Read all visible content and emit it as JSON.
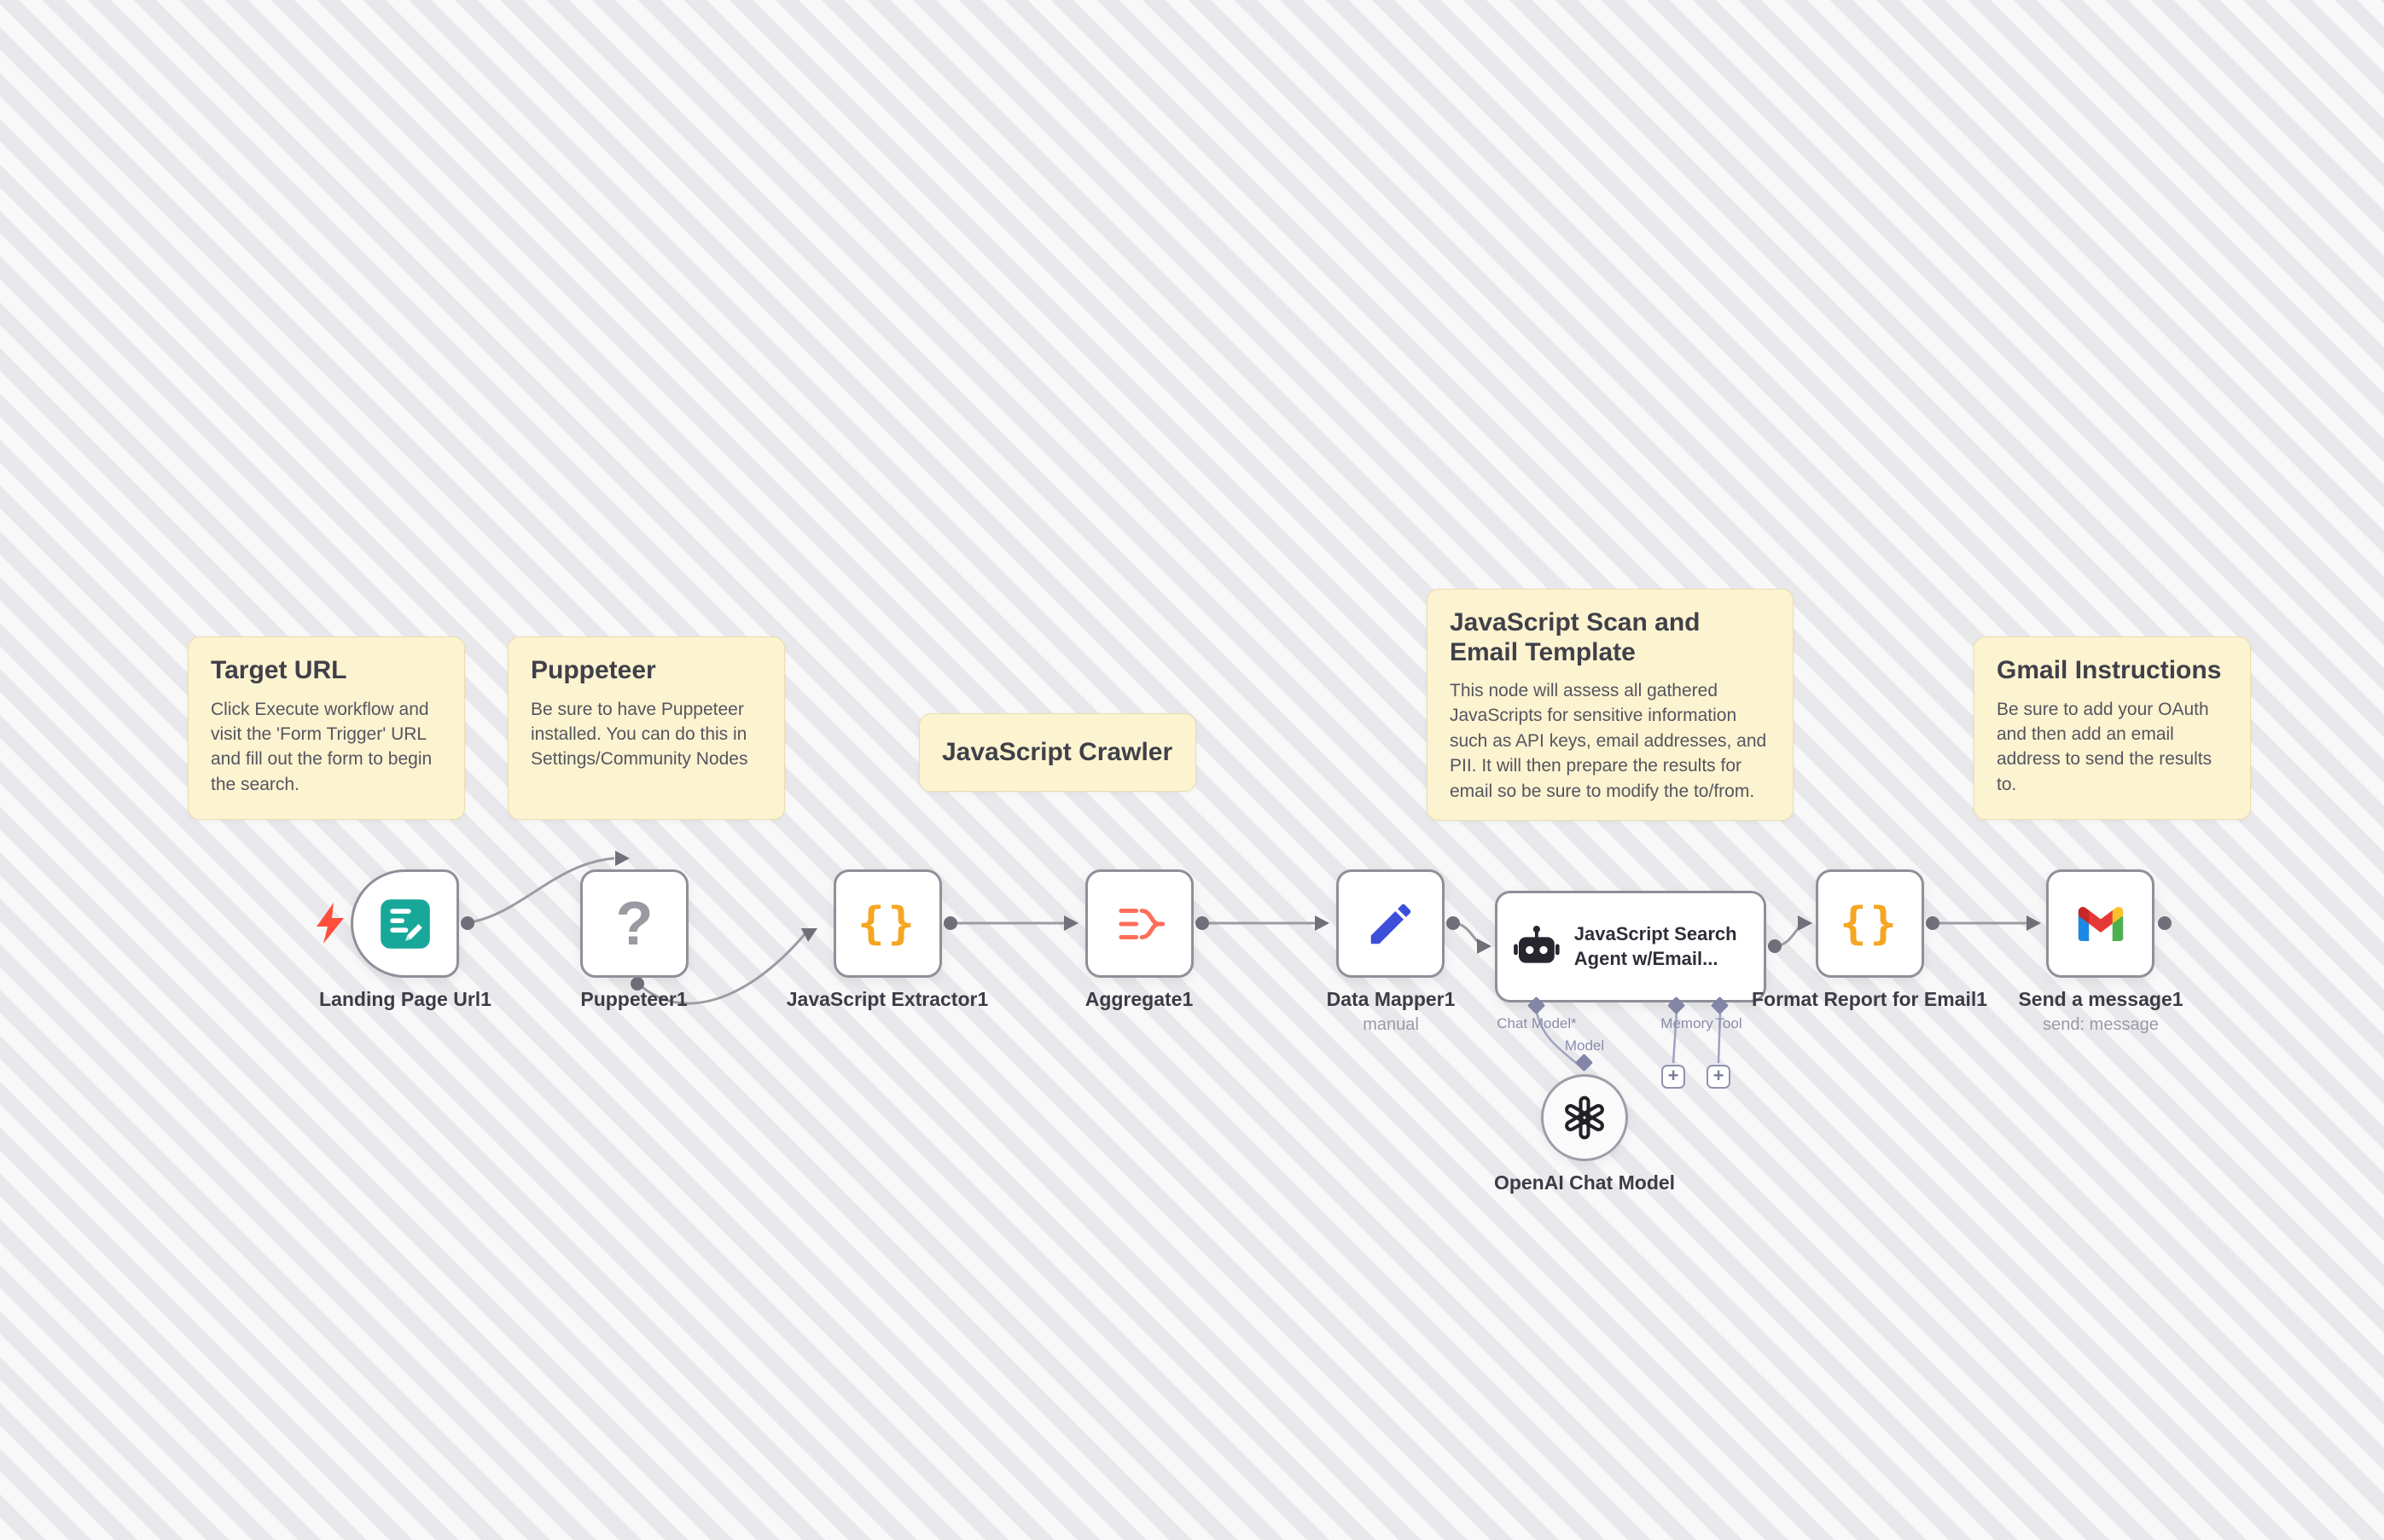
{
  "sticky_notes": [
    {
      "title": "Target URL",
      "body": "Click Execute workflow and visit the 'Form Trigger' URL and fill out the form to begin the search."
    },
    {
      "title": "Puppeteer",
      "body": "Be sure to have Puppeteer installed. You can do this in Settings/Community Nodes"
    },
    {
      "title": "JavaScript Crawler",
      "body": ""
    },
    {
      "title": "JavaScript Scan and Email Template",
      "body": "This node will assess all gathered JavaScripts for sensitive information such as API keys, email addresses, and PII. It will then prepare the results for email so be sure to modify the to/from."
    },
    {
      "title": "Gmail Instructions",
      "body": "Be sure to add your OAuth and then add an email address to send the results to."
    }
  ],
  "nodes": [
    {
      "label": "Landing Page Url1"
    },
    {
      "label": "Puppeteer1"
    },
    {
      "label": "JavaScript Extractor1"
    },
    {
      "label": "Aggregate1"
    },
    {
      "label": "Data Mapper1",
      "subtitle": "manual"
    },
    {
      "label": "JavaScript Search Agent w/Email..."
    },
    {
      "label": "Format Report for Email1"
    },
    {
      "label": "Send a message1",
      "subtitle": "send: message"
    },
    {
      "label": "OpenAI Chat Model"
    }
  ],
  "agent_ports": {
    "chat_model": "Chat Model*",
    "memory": "Memory",
    "tool": "Tool",
    "model_link": "Model"
  },
  "glyphs": {
    "question": "?",
    "braces": "{}",
    "plus": "+"
  },
  "colors": {
    "sticky_bg": "#fcf3d0",
    "edge": "#9b9ba3",
    "node_border": "#8f8f99",
    "sub_edge": "#9fa1c0"
  }
}
